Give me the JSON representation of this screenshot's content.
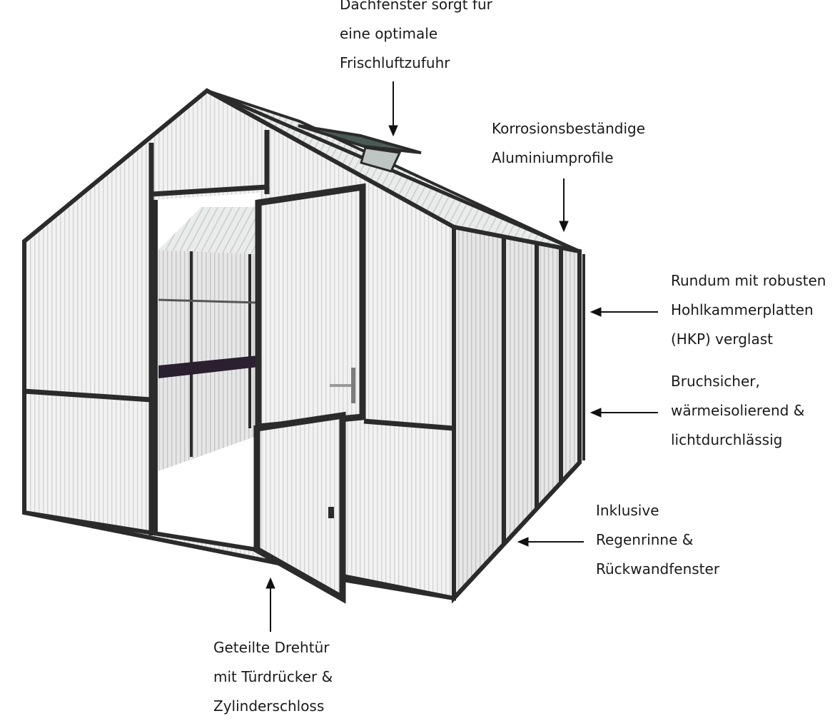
{
  "callouts": {
    "roof_window": {
      "lines": [
        "Dachfenster sorgt für",
        "eine optimale",
        "Frischluftzufuhr"
      ]
    },
    "aluminium": {
      "lines": [
        "Korrosionsbeständige",
        "Aluminiumprofile"
      ]
    },
    "glazing": {
      "lines": [
        "Rundum mit robusten",
        "Hohlkammerplatten",
        "(HKP) verglast"
      ]
    },
    "properties": {
      "lines": [
        "Bruchsicher,",
        "wärmeisolierend &",
        "lichtdurchlässig"
      ]
    },
    "extras": {
      "lines": [
        "Inklusive",
        "Regenrinne &",
        "Rückwandfenster"
      ]
    },
    "door": {
      "lines": [
        "Geteilte Drehtür",
        "mit Türdrücker &",
        "Zylinderschloss"
      ]
    }
  },
  "colors": {
    "frame": "#2b2b2b",
    "panel_light": "#f1f1f1",
    "panel_shade": "#d6d6d6",
    "interior": "#cfcfcf",
    "shelf": "#2a2030",
    "arrow": "#111111"
  }
}
